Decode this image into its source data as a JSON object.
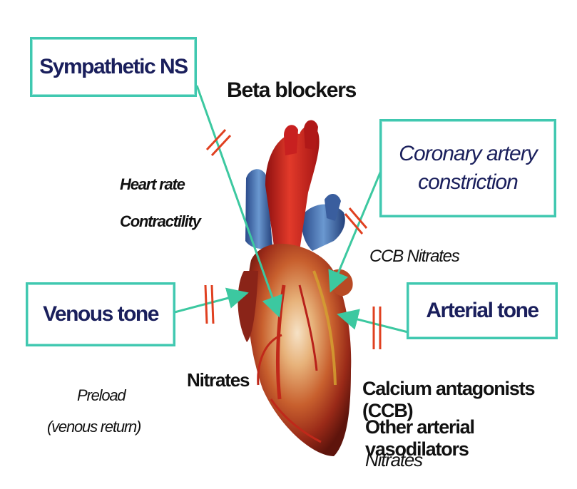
{
  "boxes": {
    "sympathetic": "Sympathetic NS",
    "coronary_line1": "Coronary artery",
    "coronary_line2": "constriction",
    "venous": "Venous tone",
    "arterial": "Arterial tone"
  },
  "labels": {
    "beta_blockers": "Beta blockers",
    "heart_rate": "Heart rate",
    "contractility": "Contractility",
    "ccb_nitrates": "CCB Nitrates",
    "nitrates_left": "Nitrates",
    "preload": "Preload",
    "venous_return": "(venous return)",
    "calcium_antagonists": "Calcium antagonists (CCB)",
    "other_vasodilators": "Other arterial vasodilators",
    "nitrates_bottom": "Nitrates"
  },
  "colors": {
    "box_border": "#40c8b0",
    "arrow": "#3cc8a0",
    "block_mark": "#e04020",
    "box_text": "#1a1f5c"
  },
  "icons": {
    "heart": "heart-illustration-icon"
  }
}
